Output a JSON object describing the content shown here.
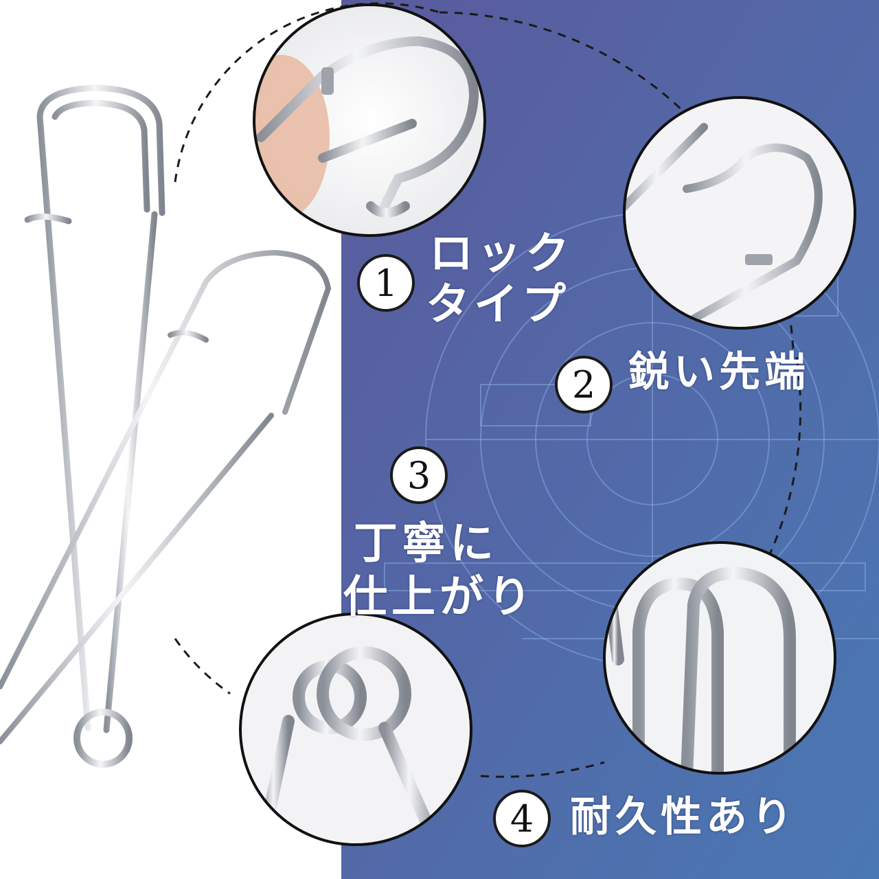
{
  "colors": {
    "background_left": "#ffffff",
    "panel_top": "#5a5a9c",
    "panel_bottom": "#4a78b4",
    "metal": "#c8cbd0",
    "metal_dark": "#7a7f88",
    "circle_border": "#111111",
    "text": "#ffffff"
  },
  "features": [
    {
      "number": "1",
      "lines": [
        "ロック",
        "タイプ"
      ]
    },
    {
      "number": "2",
      "lines": [
        "鋭い先端"
      ]
    },
    {
      "number": "3",
      "lines": [
        "丁寧に",
        "仕上がり"
      ]
    },
    {
      "number": "4",
      "lines": [
        "耐久性あり"
      ]
    }
  ],
  "detail_circles": [
    {
      "id": "lock-clasp",
      "icon": "clasp-lock-closeup-icon"
    },
    {
      "id": "sharp-tip",
      "icon": "sharp-tip-closeup-icon"
    },
    {
      "id": "coil-end",
      "icon": "coil-closeup-icon"
    },
    {
      "id": "head-finish",
      "icon": "head-finish-closeup-icon"
    }
  ]
}
